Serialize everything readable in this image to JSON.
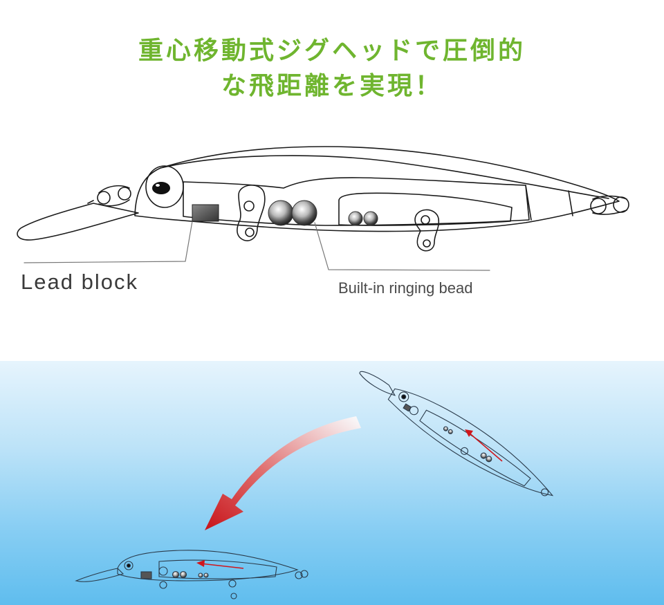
{
  "headline": {
    "line1": "重心移動式ジグヘッドで圧倒的",
    "line2": "な飛距離を実現！",
    "color": "#6fb52f"
  },
  "callouts": {
    "lead_block": "Lead block",
    "ringing_bead": "Built-in ringing bead"
  },
  "colors": {
    "water_top": "#e6f4fd",
    "water_bottom": "#5fbdee",
    "arrow": "#d0161c",
    "outline": "#1a1a1a"
  },
  "icons": {
    "motion_arrow": "curved-arrow-icon",
    "weight_arrow": "red-arrow-icon"
  }
}
